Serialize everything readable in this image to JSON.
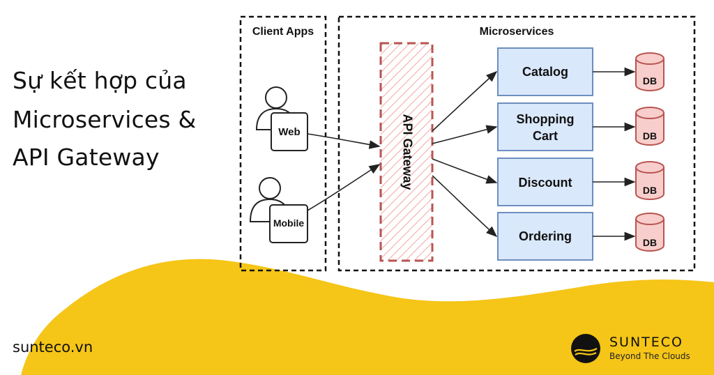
{
  "title": {
    "line1": "Sự kết hợp của",
    "line2": "Microservices &",
    "line3": "API Gateway"
  },
  "diagram": {
    "client_group_label": "Client Apps",
    "microservices_group_label": "Microservices",
    "clients": [
      "Web",
      "Mobile"
    ],
    "gateway_label": "API Gateway",
    "services": [
      {
        "line1": "Catalog",
        "line2": ""
      },
      {
        "line1": "Shopping",
        "line2": "Cart"
      },
      {
        "line1": "Discount",
        "line2": ""
      },
      {
        "line1": "Ordering",
        "line2": ""
      }
    ],
    "db_label": "DB"
  },
  "footer": {
    "website": "sunteco.vn",
    "brand_name": "SUNTECO",
    "brand_tagline": "Beyond The Clouds"
  },
  "colors": {
    "background": "#f5c518",
    "panel": "#ffffff",
    "service_fill": "#dae8fc",
    "service_stroke": "#6c8ebf",
    "gateway_stroke": "#b85450",
    "db_fill": "#f8cecc"
  }
}
